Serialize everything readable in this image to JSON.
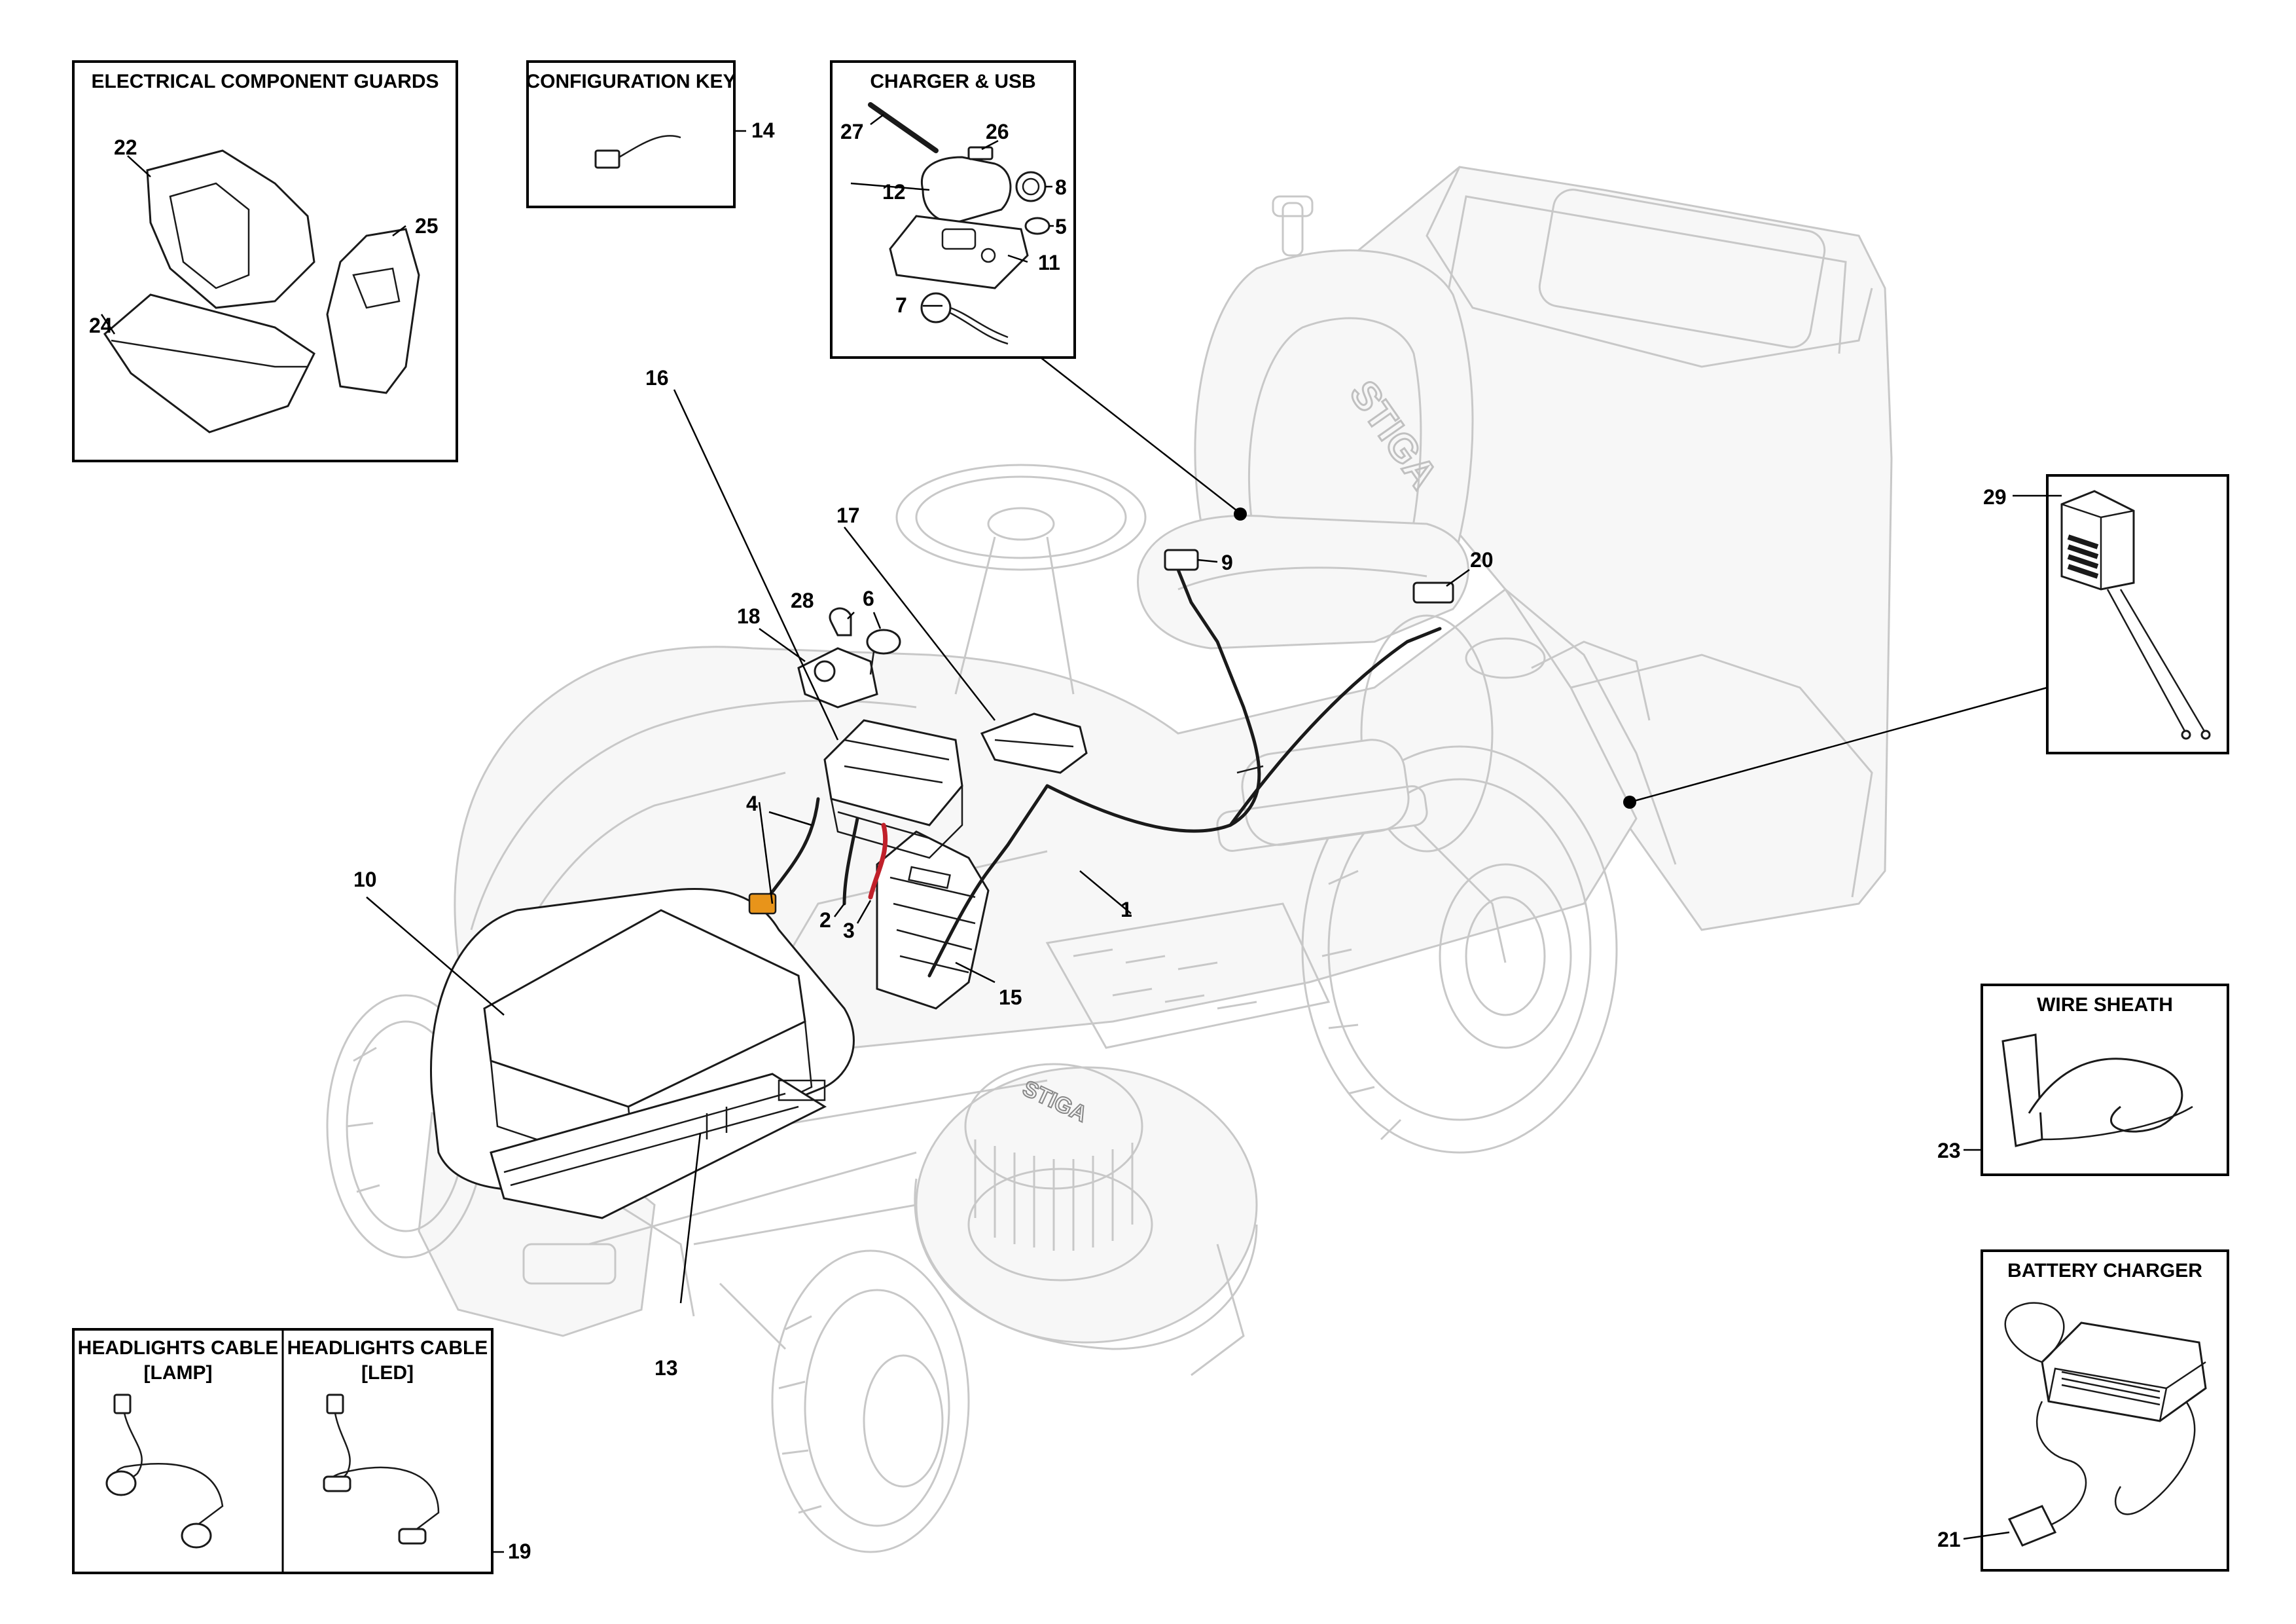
{
  "boxes": {
    "guards": {
      "title": "ELECTRICAL COMPONENT GUARDS"
    },
    "config_key": {
      "title": "CONFIGURATION KEY"
    },
    "charger_usb": {
      "title": "CHARGER & USB"
    },
    "wire_sheath": {
      "title": "WIRE SHEATH"
    },
    "battery_charger": {
      "title": "BATTERY CHARGER"
    },
    "headlights_lamp": {
      "title_line1": "HEADLIGHTS CABLE",
      "title_line2": "[LAMP]"
    },
    "headlights_led": {
      "title_line1": "HEADLIGHTS CABLE",
      "title_line2": "[LED]"
    }
  },
  "callouts": {
    "c1": "1",
    "c2": "2",
    "c3": "3",
    "c4": "4",
    "c5": "5",
    "c6": "6",
    "c7": "7",
    "c8": "8",
    "c9": "9",
    "c10": "10",
    "c11": "11",
    "c12": "12",
    "c13": "13",
    "c14": "14",
    "c15": "15",
    "c16": "16",
    "c17": "17",
    "c18": "18",
    "c19": "19",
    "c20": "20",
    "c21": "21",
    "c22": "22",
    "c23": "23",
    "c24": "24",
    "c25": "25",
    "c26": "26",
    "c27": "27",
    "c28": "28",
    "c29": "29"
  },
  "brand_marks": [
    "STIGA",
    "STIGA"
  ],
  "colors": {
    "battery_cable_red": "#c0202a",
    "connector_orange": "#e8941a",
    "ghost_gray": "#c8c8c8"
  }
}
